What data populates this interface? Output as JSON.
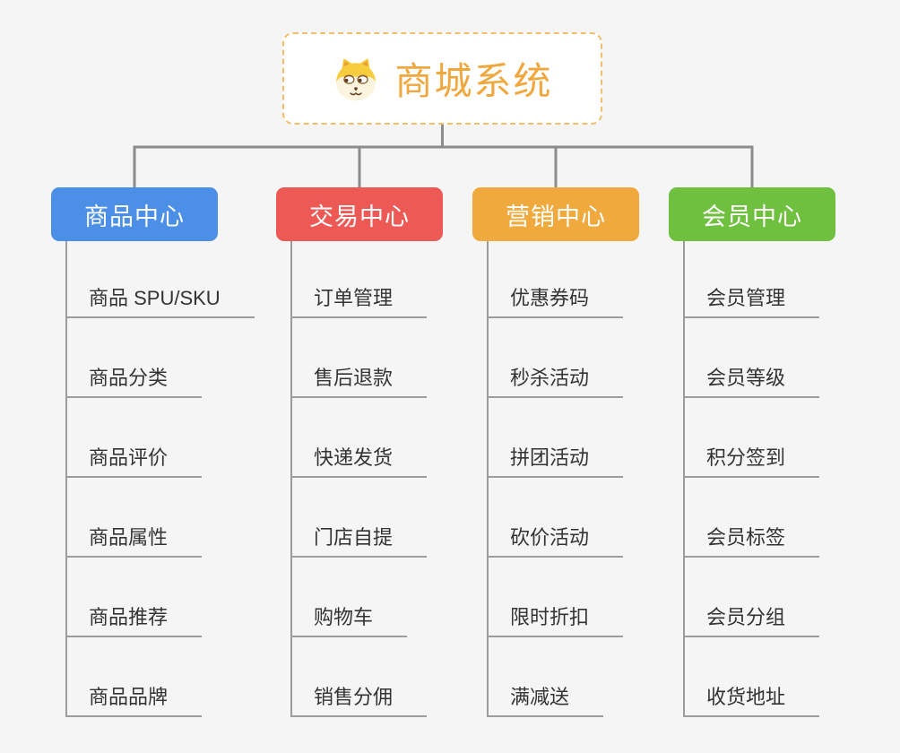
{
  "background": "#F5F5F5",
  "connector_color": "#8C8C8C",
  "underline_color": "#9C9C9C",
  "root": {
    "title": "商城系统",
    "icon": "shiba-dog-icon",
    "border_color": "#F3BE6B",
    "title_color": "#F0A73E"
  },
  "branches": [
    {
      "label": "商品中心",
      "color": "#4B90E6",
      "children": [
        "商品 SPU/SKU",
        "商品分类",
        "商品评价",
        "商品属性",
        "商品推荐",
        "商品品牌"
      ]
    },
    {
      "label": "交易中心",
      "color": "#ED5A56",
      "children": [
        "订单管理",
        "售后退款",
        "快递发货",
        "门店自提",
        "购物车",
        "销售分佣"
      ]
    },
    {
      "label": "营销中心",
      "color": "#EFA93C",
      "children": [
        "优惠券码",
        "秒杀活动",
        "拼团活动",
        "砍价活动",
        "限时折扣",
        "满减送"
      ]
    },
    {
      "label": "会员中心",
      "color": "#70C040",
      "children": [
        "会员管理",
        "会员等级",
        "积分签到",
        "会员标签",
        "会员分组",
        "收货地址"
      ]
    }
  ]
}
